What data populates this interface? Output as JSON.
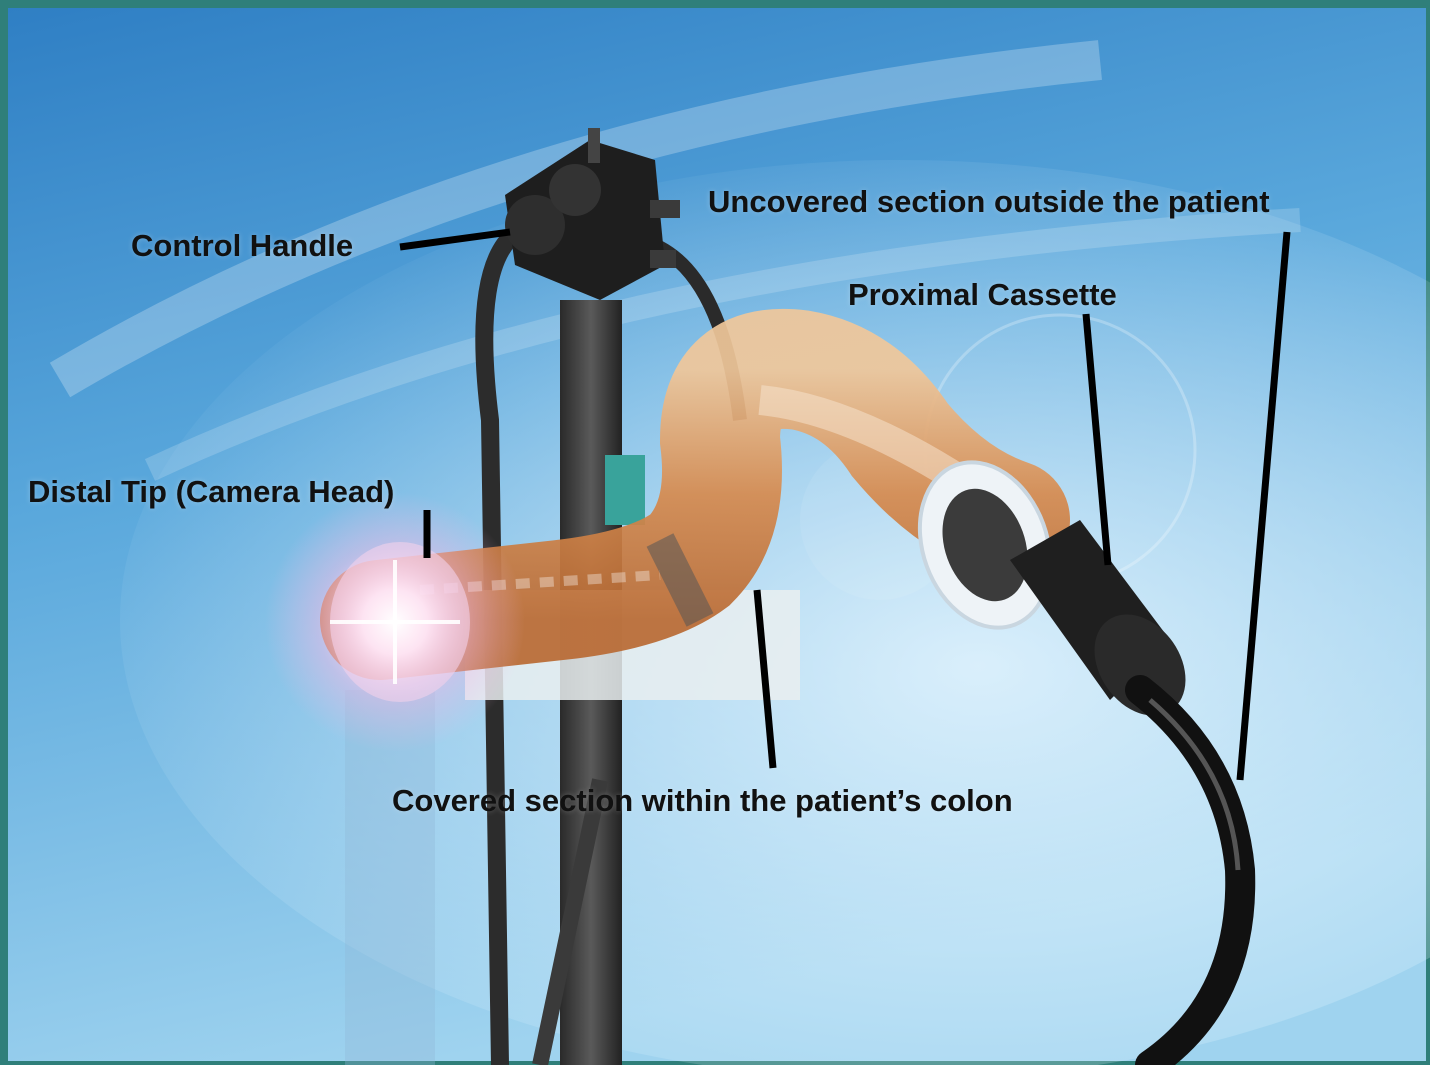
{
  "labels": {
    "control_handle": "Control Handle",
    "uncovered_section": "Uncovered section outside the patient",
    "proximal_cassette": "Proximal Cassette",
    "distal_tip": "Distal Tip (Camera Head)",
    "covered_section": "Covered section within the patient’s colon"
  },
  "colors": {
    "frame": "#2f7f7a",
    "sky_top": "#3a86c8",
    "sky_light": "#bfe3f7",
    "sheath": "#d99a5c",
    "cable": "#1b1b1b",
    "cuff": "#e8eef3"
  }
}
